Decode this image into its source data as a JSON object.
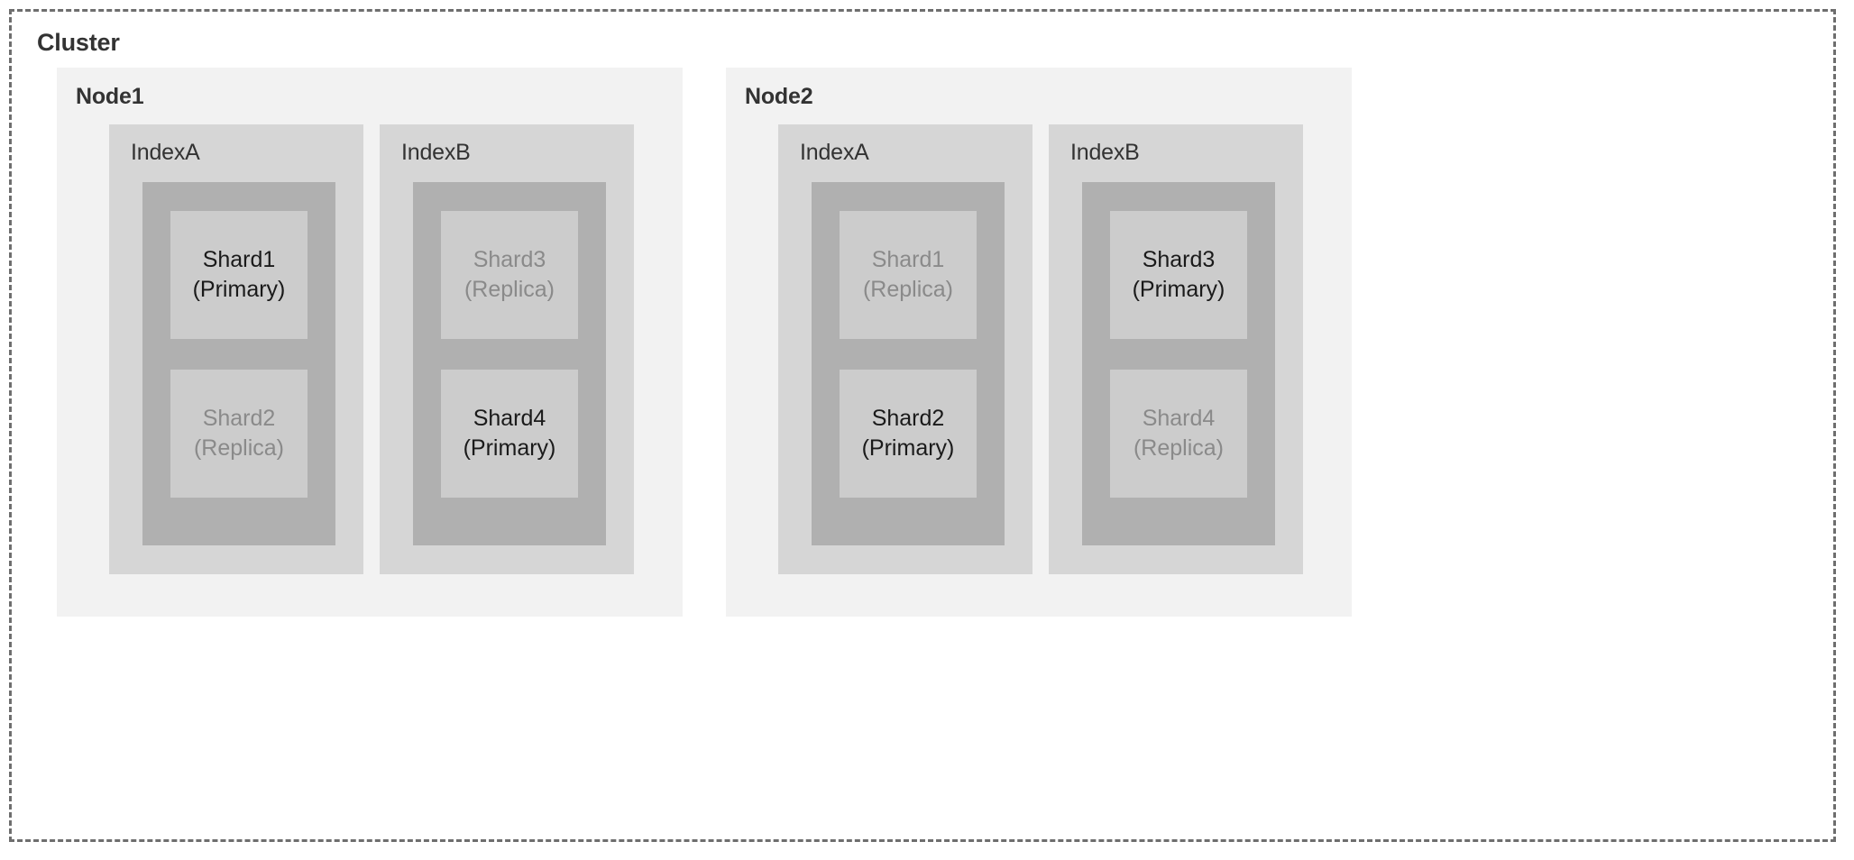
{
  "cluster": {
    "title": "Cluster",
    "border_color": "#6e6e6e",
    "nodes": [
      {
        "name": "Node1",
        "indices": [
          {
            "name": "IndexA",
            "shards": [
              {
                "name": "Shard1",
                "role": "(Primary)",
                "type": "primary"
              },
              {
                "name": "Shard2",
                "role": "(Replica)",
                "type": "replica"
              }
            ]
          },
          {
            "name": "IndexB",
            "shards": [
              {
                "name": "Shard3",
                "role": "(Replica)",
                "type": "replica"
              },
              {
                "name": "Shard4",
                "role": "(Primary)",
                "type": "primary"
              }
            ]
          }
        ]
      },
      {
        "name": "Node2",
        "indices": [
          {
            "name": "IndexA",
            "shards": [
              {
                "name": "Shard1",
                "role": "(Replica)",
                "type": "replica"
              },
              {
                "name": "Shard2",
                "role": "(Primary)",
                "type": "primary"
              }
            ]
          },
          {
            "name": "IndexB",
            "shards": [
              {
                "name": "Shard3",
                "role": "(Primary)",
                "type": "primary"
              },
              {
                "name": "Shard4",
                "role": "(Replica)",
                "type": "replica"
              }
            ]
          }
        ]
      }
    ]
  },
  "colors": {
    "node_bg": "#f2f2f2",
    "index_bg": "#d6d6d6",
    "shard_container_bg": "#b0b0b0",
    "shard_bg": "#cccccc",
    "primary_text": "#1a1a1a",
    "replica_text": "#8a8a8a",
    "title_text": "#333333"
  }
}
